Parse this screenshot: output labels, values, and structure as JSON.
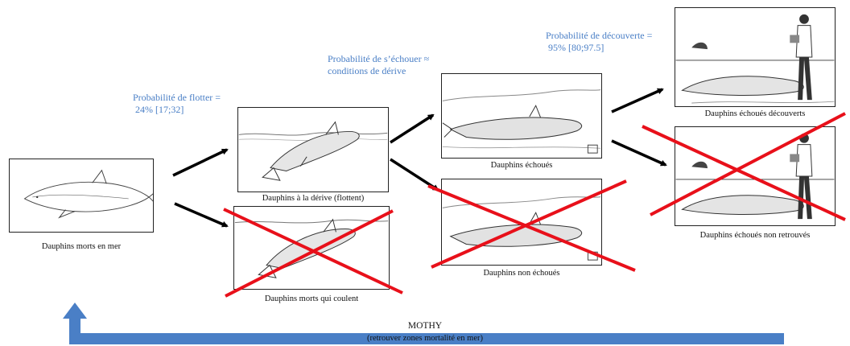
{
  "probabilities": {
    "float": "Probabilité de flotter =\n 24% [17;32]",
    "strand": "Probabilité de s’échouer ≈\nconditions de dérive",
    "discover": "Probabilité de découverte =\n 95% [80;97.5]"
  },
  "captions": {
    "dead_at_sea": "Dauphins morts en mer",
    "drifting": "Dauphins à la dérive (flottent)",
    "sinking": "Dauphins morts qui coulent",
    "stranded": "Dauphins échoués",
    "not_stranded": "Dauphins non échoués",
    "discovered": "Dauphins échoués découverts",
    "not_found": "Dauphins échoués non retrouvés"
  },
  "footer": {
    "title": "MOTHY",
    "subtitle": "(retrouver zones mortalité en mer)"
  },
  "colors": {
    "probability_text": "#4a7fc6",
    "arrow_black": "#000000",
    "return_arrow_blue": "#4a7fc6",
    "cross_red": "#e8101a"
  }
}
